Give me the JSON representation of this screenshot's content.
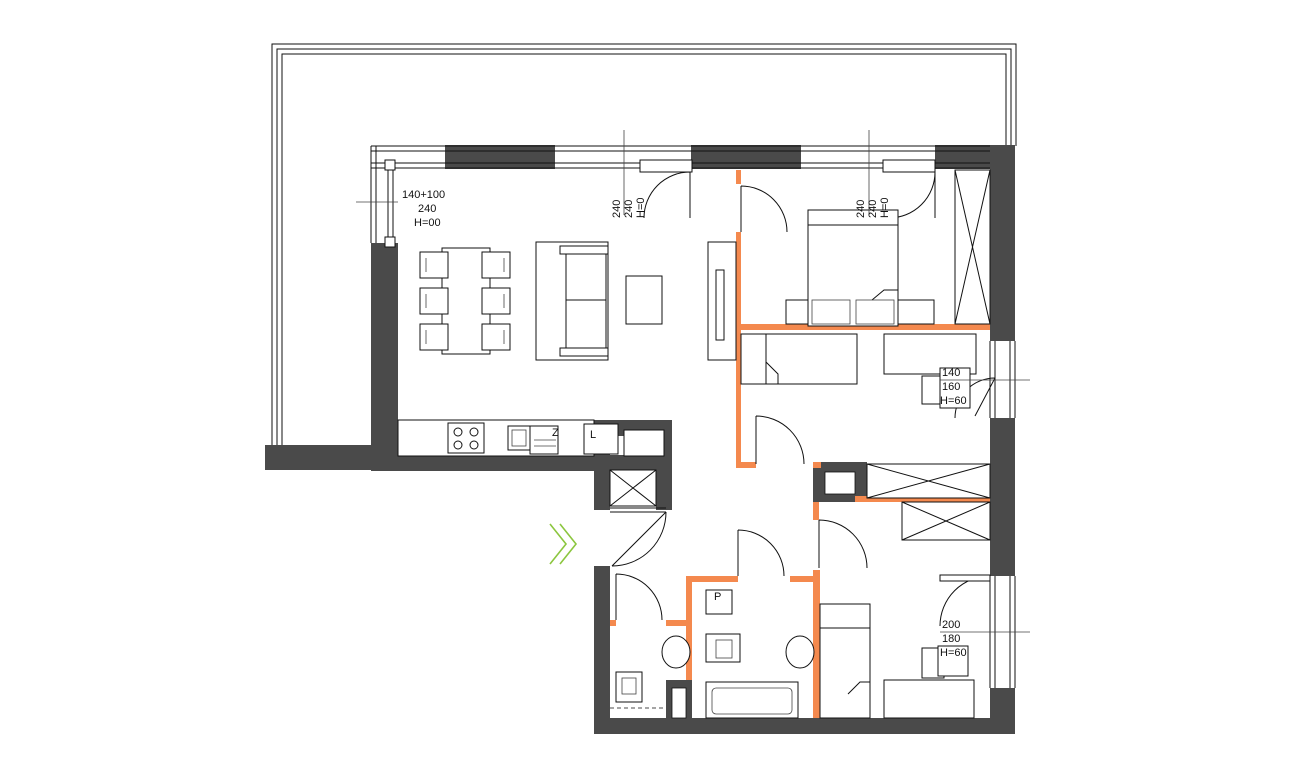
{
  "colors": {
    "wall": "#4a4a4a",
    "partition": "#f4894e",
    "line": "#111111",
    "entrance_arrow": "#8cc63f",
    "background": "#ffffff"
  },
  "window_labels": [
    {
      "id": "living-west",
      "lines": [
        "140+100",
        "240",
        "H=00"
      ]
    },
    {
      "id": "living-north-1",
      "lines": [
        "240",
        "240",
        "H=0"
      ]
    },
    {
      "id": "living-north-2",
      "lines": [
        "240",
        "240",
        "H=0"
      ]
    },
    {
      "id": "bedroom-east",
      "lines": [
        "140",
        "160",
        "H=60"
      ]
    },
    {
      "id": "room-southeast",
      "lines": [
        "200",
        "180",
        "H=60"
      ]
    }
  ],
  "fixtures": {
    "fridge_mark": "Z",
    "cabinet_mark": "L",
    "washer_mark": "P"
  },
  "icons": {
    "entrance": "double-chevron-right-icon"
  }
}
